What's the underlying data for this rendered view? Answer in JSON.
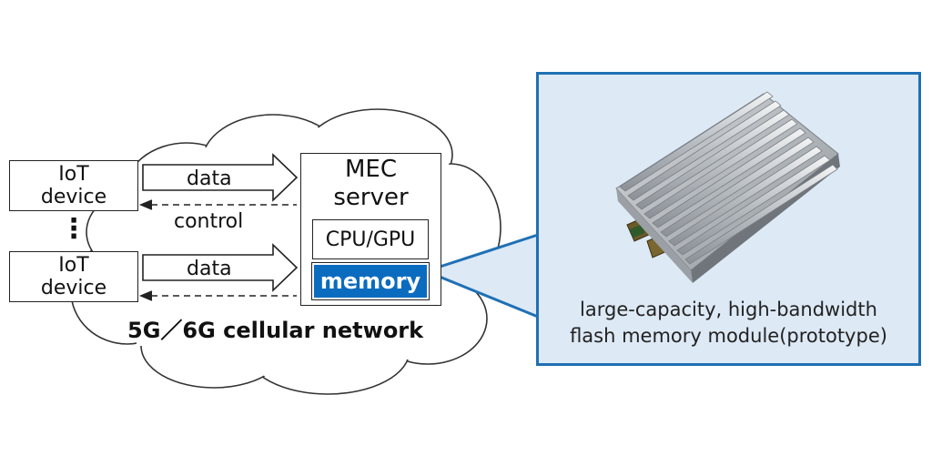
{
  "iot_devices": [
    {
      "line1": "IoT",
      "line2": "device"
    },
    {
      "line1": "IoT",
      "line2": "device"
    }
  ],
  "ellipsis": "⋮",
  "links": {
    "data_top": "data",
    "control": "control",
    "data_bottom": "data"
  },
  "network_label": "5G／6G cellular network",
  "mec": {
    "title_line1": "MEC",
    "title_line2": "server",
    "cpu_label": "CPU/GPU",
    "memory_label": "memory"
  },
  "module": {
    "caption_line1": "large-capacity, high-bandwidth",
    "caption_line2": "flash memory module(prototype)"
  },
  "colors": {
    "memory_fill": "#0b6cbf",
    "panel_fill": "#dde9f5",
    "panel_border": "#1f70b5"
  }
}
